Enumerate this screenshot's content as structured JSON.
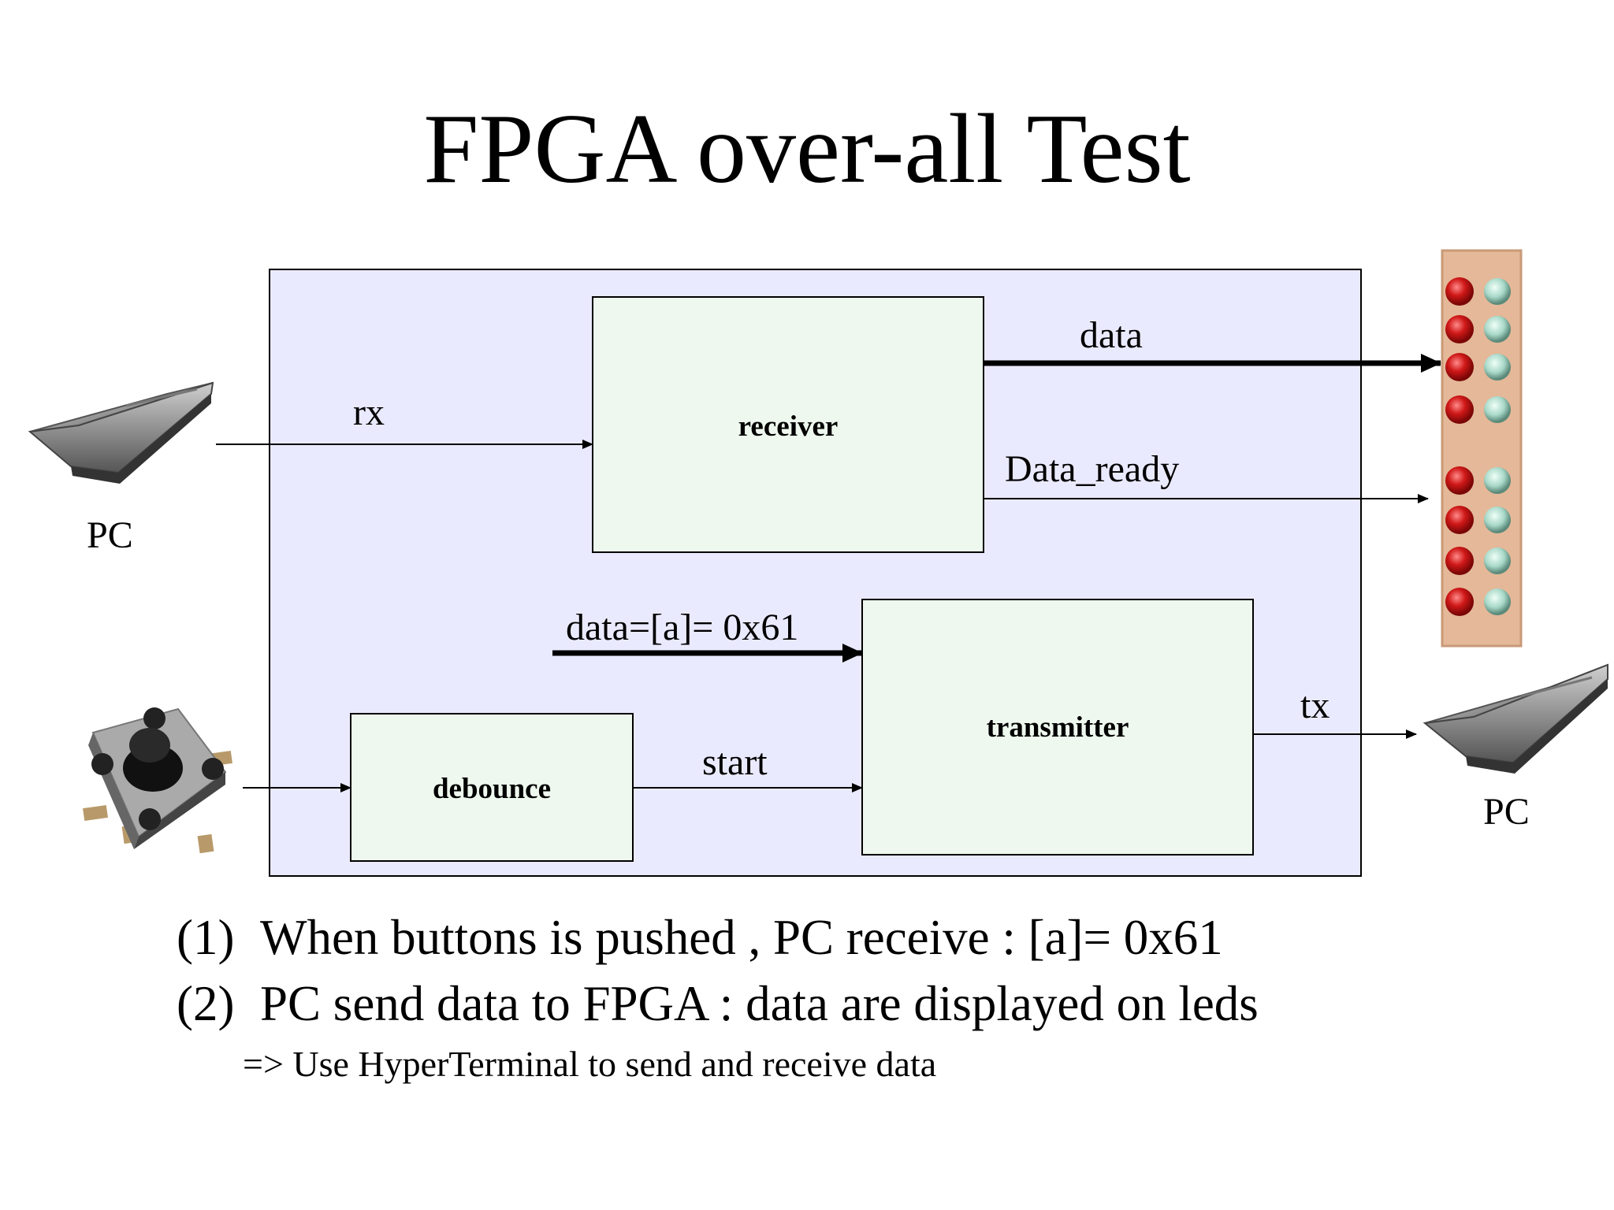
{
  "title": "FPGA over-all Test",
  "blocks": {
    "receiver": "receiver",
    "transmitter": "transmitter",
    "debounce": "debounce"
  },
  "signals": {
    "rx": "rx",
    "data": "data",
    "data_ready": "Data_ready",
    "data_const": "data=[a]= 0x61",
    "start": "start",
    "tx": "tx"
  },
  "devices": {
    "pc_left": "PC",
    "pc_right": "PC"
  },
  "bullets": [
    {
      "num": "(1)",
      "text": "When buttons is pushed , PC receive : [a]= 0x61"
    },
    {
      "num": "(2)",
      "text": "PC send data to FPGA : data are displayed on leds"
    }
  ],
  "note": "=> Use HyperTerminal to send and receive data",
  "colors": {
    "fpga_fill": "#eaeaff",
    "block_fill": "#eef8ee",
    "led_red": "#d01818",
    "led_green": "#a8d8c8",
    "led_board": "#e4b898"
  }
}
